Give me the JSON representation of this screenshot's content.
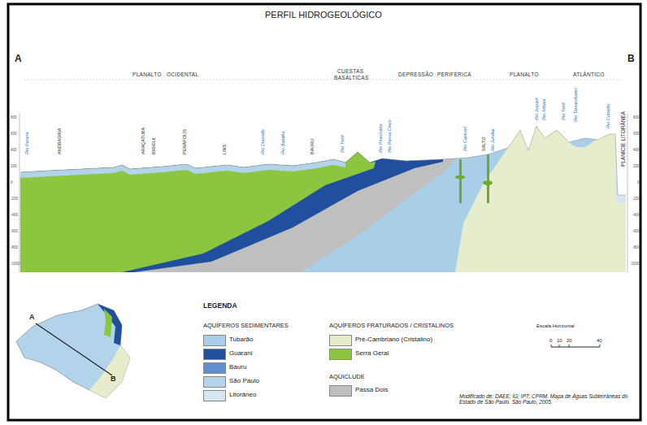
{
  "diagram": {
    "title": "PERFIL HIDROGEOLÓGICO",
    "labels": [
      "A",
      "B",
      "PLANALTO",
      "OCIDENTAL",
      "CUESTAS",
      "BASÁLTICAS",
      "DEPRESSÃO",
      "PERIFÉRICA",
      "PLANALTO",
      "ATLÂNTICO",
      "PLANÍCIE LITORÂNEA",
      "Rio Paraná",
      "ANDRADINA",
      "ARAÇATUBA",
      "BIRIGUI",
      "PENÁPOLIS",
      "LINS",
      "Rio Dourado",
      "Rio Batalha",
      "BAURU",
      "Rio Tietê",
      "Rio Piracicaba",
      "Rio Passa Cinco",
      "Rio Capivari",
      "SALTO",
      "Rio Jundiaí",
      "Rio Juqueri",
      "Rio Atibaia",
      "Rio Tietê",
      "Rio Tamanduateí",
      "Rio Cubatão",
      "800",
      "600",
      "400",
      "200",
      "0",
      "-200",
      "-400",
      "-600",
      "-800",
      "-1000",
      "800",
      "600",
      "400",
      "200",
      "0",
      "-200",
      "-400",
      "-600",
      "-800",
      "-1000",
      "LEGENDA",
      "AQUÍFEROS SEDIMENTARES",
      "AQUÍFEROS FRATURADOS / CRISTALINOS",
      "AQÜICLUDE",
      "Escala Horizontal",
      "0",
      "10",
      "20",
      "40",
      "Modificado de: DAEE; IG; IPT; CPRM. Mapa de Águas Subterrâneas do Estado de São Paulo. São Paulo, 2005.",
      "A",
      "B"
    ],
    "legend": [
      {
        "text": "Tubarão",
        "color": "#a9cfe8"
      },
      {
        "text": "Guarani",
        "color": "#1f4f9e"
      },
      {
        "text": "Bauru",
        "color": "#5f8fcf"
      },
      {
        "text": "São Paulo",
        "color": "#b3d3ea"
      },
      {
        "text": "Litorâneo",
        "color": "#d5e6f0"
      },
      {
        "text": "Pré-Cambriano (Cristalino)",
        "color": "#e6edcd"
      },
      {
        "text": "Serra Geral",
        "color": "#8cc63f"
      },
      {
        "text": "Passa Dois",
        "color": "#bfbfbf"
      }
    ]
  }
}
